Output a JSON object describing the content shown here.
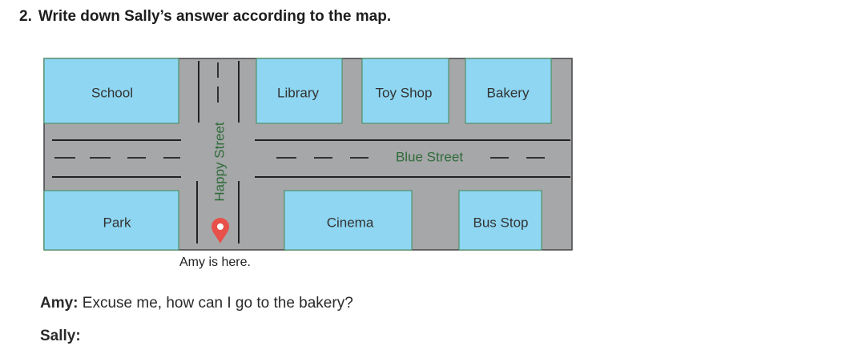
{
  "question": {
    "number": "2.",
    "prompt": "Write down Sally’s answer according to the map."
  },
  "map": {
    "colors": {
      "road": "#a6a7a9",
      "block": "#8ed6f2",
      "block_border": "#3f8a55",
      "street_label": "#2f6b3a",
      "marker": "#e8504a"
    },
    "places": {
      "school": "School",
      "library": "Library",
      "toy_shop": "Toy Shop",
      "bakery": "Bakery",
      "park": "Park",
      "cinema": "Cinema",
      "bus_stop": "Bus Stop"
    },
    "streets": {
      "happy": "Happy Street",
      "blue": "Blue Street"
    },
    "marker_icon": "location-pin-icon",
    "caption": "Amy is here."
  },
  "dialogue": [
    {
      "speaker": "Amy:",
      "text": " Excuse me, how can I go to the bakery?"
    },
    {
      "speaker": "Sally:",
      "text": ""
    }
  ]
}
